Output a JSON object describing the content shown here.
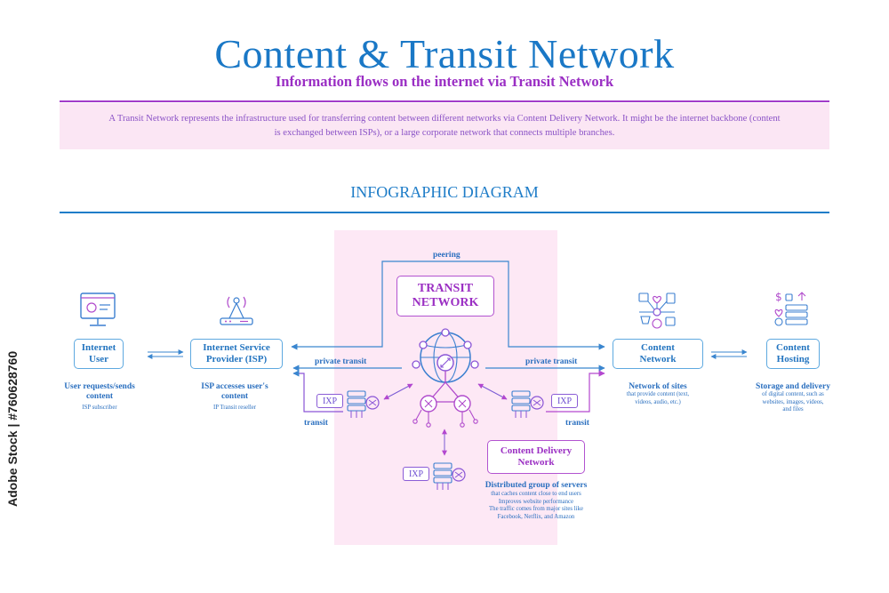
{
  "header": {
    "title": "Content & Transit Network",
    "subtitle": "Information flows on the internet via Transit Network",
    "description": "A Transit Network represents the infrastructure used for transferring content between different networks via Content Delivery Network. It might be the internet backbone (content is exchanged between ISPs), or a large corporate network that connects multiple branches."
  },
  "section": {
    "title": "INFOGRAPHIC DIAGRAM"
  },
  "nodes": {
    "internet_user": {
      "label": "Internet User",
      "caption": "User requests/sends content",
      "note": "ISP subscriber",
      "icon": "monitor-profile-icon"
    },
    "isp": {
      "label": "Internet Service Provider (ISP)",
      "caption": "ISP accesses user's content",
      "note": "IP Transit reseller",
      "icon": "router-antenna-icon"
    },
    "transit": {
      "label": "TRANSIT NETWORK",
      "icon": "globe-network-icon"
    },
    "cdn": {
      "label": "Content Delivery Network",
      "caption": "Distributed group of servers",
      "note": "that caches content close to end users\nImproves website performance\nThe traffic comes from major sites like\nFacebook, Netflix, and Amazon"
    },
    "content_network": {
      "label": "Content Network",
      "caption": "Network of sites",
      "note": "that provide content (text,\nvideos, audio, etc.)",
      "icon": "network-hub-icon"
    },
    "content_hosting": {
      "label": "Content Hosting",
      "caption": "Storage and delivery",
      "note": "of digital content, such as\nwebsites, images, videos,\nand files",
      "icon": "server-storage-icon"
    }
  },
  "labels": {
    "peering": "peering",
    "private_transit_left": "private transit",
    "private_transit_right": "private transit",
    "transit_left": "transit",
    "transit_right": "transit",
    "ixp": "IXP"
  },
  "stock_id": "Adobe Stock | #760628760",
  "colors": {
    "blue": "#1f7dc8",
    "purple": "#9b2fc3",
    "pink_panel": "#fde8f5"
  }
}
